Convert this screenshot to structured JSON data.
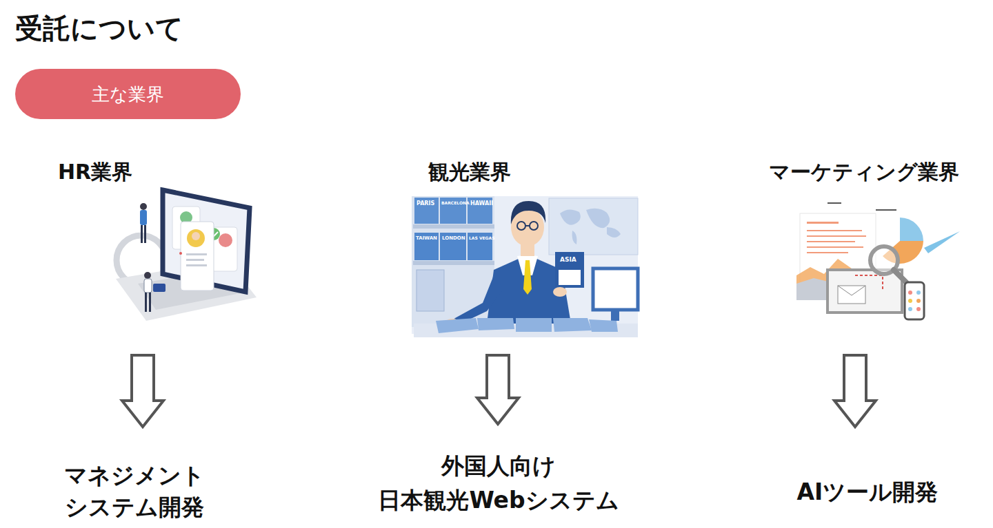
{
  "diagram": {
    "title": "受託について",
    "nodes": [
      {
        "text": [
          "主な業界"
        ]
      },
      {
        "text": [
          "HR業界"
        ]
      },
      {
        "text": [
          "観光業界"
        ]
      },
      {
        "text": [
          "マーケティング業界"
        ]
      },
      {
        "text": [
          "マネジメント システム開発"
        ]
      },
      {
        "text": [
          "外国人向け 日本観光Webシステム"
        ]
      },
      {
        "text": [
          "AIツール開発"
        ]
      }
    ],
    "edges": [
      {
        "from": 1,
        "to": 4,
        "arrow": "to"
      },
      {
        "from": 2,
        "to": 5,
        "arrow": "to"
      },
      {
        "from": 3,
        "to": 6,
        "arrow": "to"
      }
    ],
    "labels": [
      "PARIS",
      "BARCELONA",
      "HAWAII",
      "TAIWAN",
      "LONDON",
      "LAS VEGAS",
      "ASIA"
    ]
  }
}
